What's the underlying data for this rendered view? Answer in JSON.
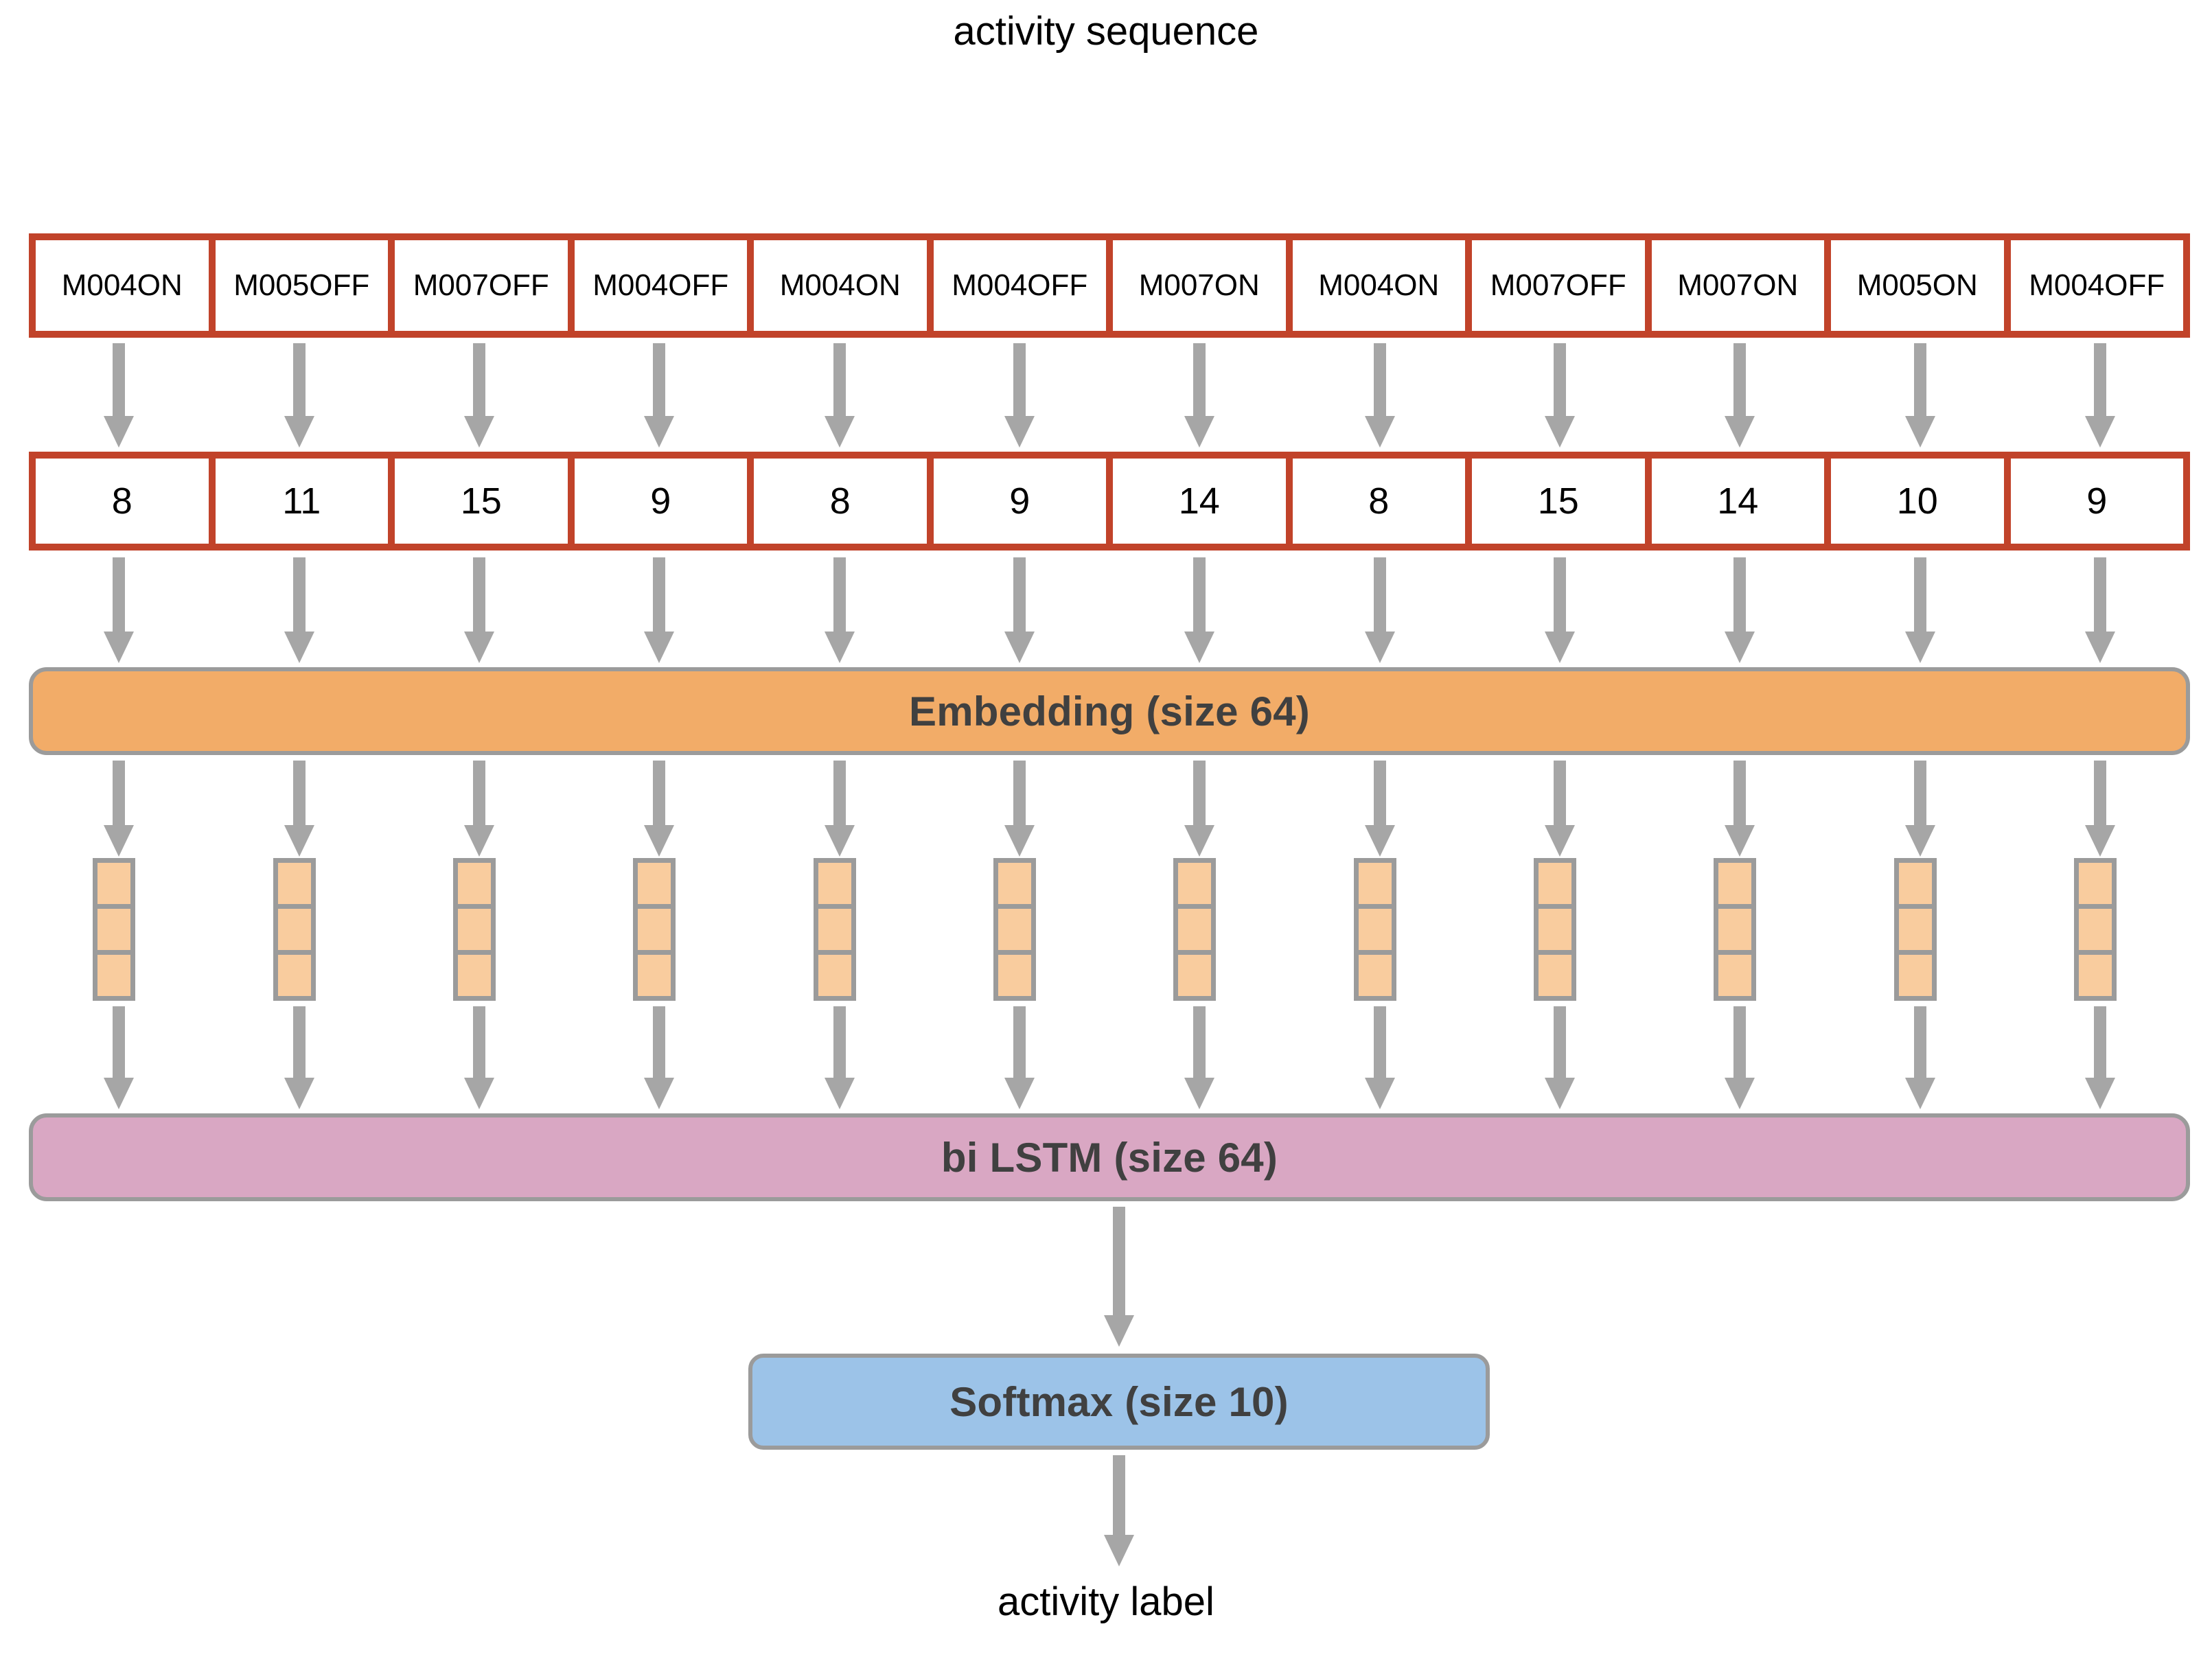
{
  "diagram": {
    "top_caption": "activity sequence",
    "bottom_caption": "activity label",
    "colors": {
      "token_border": "#C1432A",
      "embedding_fill": "#F2AC68",
      "lstm_fill": "#D9A7C3",
      "softmax_fill": "#9CC3E8",
      "cell_fill": "#F9CC9E",
      "arrow": "#A6A6A6",
      "bar_border": "#9B9B9B",
      "bar_text": "#404040"
    }
  },
  "sequence": {
    "activities": [
      "M004ON",
      "M005OFF",
      "M007OFF",
      "M004OFF",
      "M004ON",
      "M004OFF",
      "M007ON",
      "M004ON",
      "M007OFF",
      "M007ON",
      "M005ON",
      "M004OFF"
    ],
    "indices": [
      "8",
      "11",
      "15",
      "9",
      "8",
      "9",
      "14",
      "8",
      "15",
      "14",
      "10",
      "9"
    ]
  },
  "layers": {
    "embedding": "Embedding (size 64)",
    "lstm": "bi LSTM (size 64)",
    "softmax": "Softmax (size 10)"
  },
  "cell_stacks": {
    "count": 12,
    "cells_per_stack": 3
  }
}
